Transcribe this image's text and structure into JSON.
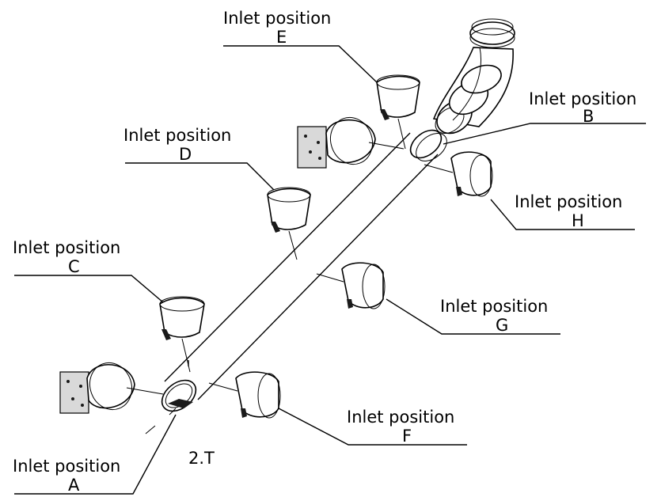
{
  "diagram": {
    "labels": [
      {
        "id": "A",
        "title": "Inlet position",
        "letter": "A"
      },
      {
        "id": "B",
        "title": "Inlet position",
        "letter": "B"
      },
      {
        "id": "C",
        "title": "Inlet position",
        "letter": "C"
      },
      {
        "id": "D",
        "title": "Inlet position",
        "letter": "D"
      },
      {
        "id": "E",
        "title": "Inlet position",
        "letter": "E"
      },
      {
        "id": "F",
        "title": "Inlet position",
        "letter": "F"
      },
      {
        "id": "G",
        "title": "Inlet position",
        "letter": "G"
      },
      {
        "id": "H",
        "title": "Inlet position",
        "letter": "H"
      }
    ],
    "part_number": "2.T"
  }
}
